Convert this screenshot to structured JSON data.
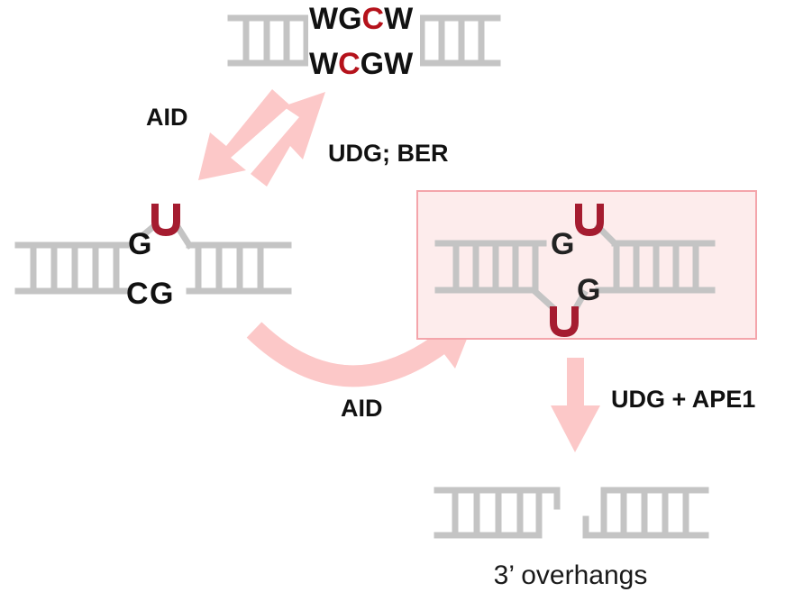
{
  "colors": {
    "strand": "#c4c4c4",
    "arrow": "#fcc8c8",
    "highlight_fill": "#fdecec",
    "highlight_border": "#f4a5ab",
    "mutated_base": "#b5121b",
    "uracil": "#a51c30",
    "base_text": "#111111"
  },
  "top_duplex": {
    "top_row": [
      {
        "text": "W",
        "color": "#111111"
      },
      {
        "text": "G",
        "color": "#111111"
      },
      {
        "text": "C",
        "color": "#b5121b"
      },
      {
        "text": "W",
        "color": "#111111"
      }
    ],
    "bottom_row": [
      {
        "text": "W",
        "color": "#111111"
      },
      {
        "text": "C",
        "color": "#b5121b"
      },
      {
        "text": "G",
        "color": "#111111"
      },
      {
        "text": "W",
        "color": "#111111"
      }
    ]
  },
  "left_duplex": {
    "bases": {
      "g_top": "G",
      "c_bottom": "C",
      "g_bottom": "G",
      "uracil": "U"
    }
  },
  "boxed_duplex": {
    "bases": {
      "g_top": "G",
      "g_bottom": "G",
      "uracil_top": "U",
      "uracil_bottom": "U"
    }
  },
  "labels": {
    "aid_forward": "AID",
    "udg_ber": "UDG; BER",
    "aid_curved": "AID",
    "udg_ape1": "UDG + APE1",
    "caption": "3’ overhangs"
  }
}
